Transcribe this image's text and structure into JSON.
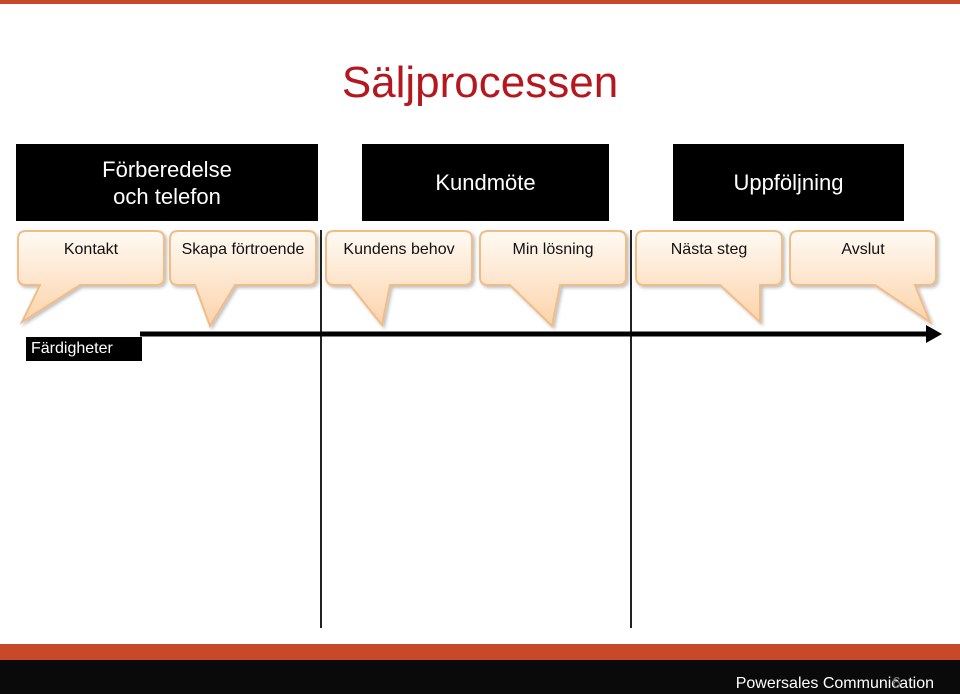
{
  "title": "Säljprocessen",
  "phases": [
    {
      "label": "Förberedelse\noch telefon"
    },
    {
      "label": "Kundmöte"
    },
    {
      "label": "Uppföljning"
    }
  ],
  "steps": [
    {
      "label": "Kontakt"
    },
    {
      "label": "Skapa förtroende"
    },
    {
      "label": "Kundens behov"
    },
    {
      "label": "Min lösning"
    },
    {
      "label": "Nästa steg"
    },
    {
      "label": "Avslut"
    }
  ],
  "skills_label": "Färdigheter",
  "footer": "Powersales Communication",
  "page_number": "6",
  "colors": {
    "accent": "#c8482a",
    "title": "#b4181e",
    "bubble_fill_top": "#fffaf4",
    "bubble_fill_bottom": "#fcd3aa",
    "bubble_stroke": "#f2bc86"
  }
}
